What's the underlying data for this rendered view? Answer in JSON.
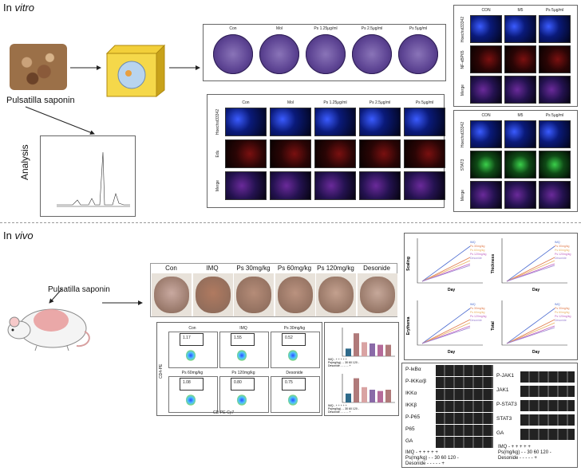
{
  "sections": {
    "in_vitro": {
      "prefix": "In ",
      "italic": "vitro"
    },
    "in_vivo": {
      "prefix": "In ",
      "italic": "vivo"
    }
  },
  "herb_label": "Pulsatilla saponin",
  "analysis_label": "Analysis",
  "mouse_label": "Pulsatilla saponin",
  "colony_labels": [
    "Con",
    "Mol",
    "Ps 1.25μg/ml",
    "Ps 2.5μg/ml",
    "Ps 5μg/ml"
  ],
  "edu_cols": [
    "Con",
    "Mol",
    "Ps 1.25μg/ml",
    "Ps 2.5μg/ml",
    "Ps 5μg/ml"
  ],
  "edu_rows": [
    "Hoechst33342",
    "Edu",
    "Merge"
  ],
  "nfkb_cols": [
    "CON",
    "M5",
    "Ps 5μg/ml"
  ],
  "nfkb_rows": [
    "Hoechst33342",
    "NF-κBP65",
    "Merge"
  ],
  "stat3_cols": [
    "CON",
    "M5",
    "Ps 5μg/ml"
  ],
  "stat3_rows": [
    "Hoechst33342",
    "STAT3",
    "Merge"
  ],
  "skin_labels": [
    "Con",
    "IMQ",
    "Ps 30mg/kg",
    "Ps 60mg/kg",
    "Ps 120mg/kg",
    "Desonide"
  ],
  "flow_labels": [
    "Con",
    "IMQ",
    "Ps 30mg/kg",
    "Ps 60mg/kg",
    "Ps 120mg/kg",
    "Desonide"
  ],
  "flow_values": [
    "1.17",
    "1.55",
    "0.52",
    "1.08",
    "0.80",
    "0.75"
  ],
  "flow_axis_y": "CD4-PE",
  "flow_axis_x": "CD-PE-Cy7",
  "line_plots": [
    "Scaling",
    "Thickness",
    "Erythema",
    "Total"
  ],
  "line_axis_x": "Day",
  "line_legend": [
    "IMQ",
    "Ps 30mg/kg",
    "Ps 60mg/kg",
    "Ps 120mg/kg",
    "Desonide"
  ],
  "wb_left": [
    "P-IκBα",
    "P-IKKα/β",
    "IKKα",
    "IKKβ",
    "P-P65",
    "P65",
    "GA"
  ],
  "wb_right": [
    "P-JAK1",
    "JAK1",
    "P-STAT3",
    "STAT3",
    "GA"
  ],
  "wb_table_left": [
    [
      "IMQ",
      "-",
      "+",
      "+",
      "+",
      "+",
      "+"
    ],
    [
      "Ps(mg/kg)",
      "-",
      "-",
      "30",
      "60",
      "120",
      "-"
    ],
    [
      "Desonide",
      "-",
      "-",
      "-",
      "-",
      "-",
      "+"
    ]
  ],
  "wb_table_right": [
    [
      "IMQ",
      "-",
      "+",
      "+",
      "+",
      "+",
      "+"
    ],
    [
      "Ps(mg/kg)",
      "-",
      "-",
      "30",
      "60",
      "120",
      "-"
    ],
    [
      "Desonide",
      "-",
      "-",
      "-",
      "-",
      "-",
      "+"
    ]
  ],
  "bar_table": [
    [
      "IMQ",
      "-",
      "+",
      "+",
      "+",
      "+",
      "+"
    ],
    [
      "Ps(mg/kg)",
      "-",
      "-",
      "30",
      "60",
      "120",
      "-"
    ],
    [
      "Desonide",
      "-",
      "-",
      "-",
      "-",
      "-",
      "+"
    ]
  ],
  "colors": {
    "bar1": "#2e6a8a",
    "bar2": "#b07a7a",
    "bar3": "#d9a3a3",
    "bar4": "#8a6aa8",
    "bar5": "#b56b9a"
  }
}
